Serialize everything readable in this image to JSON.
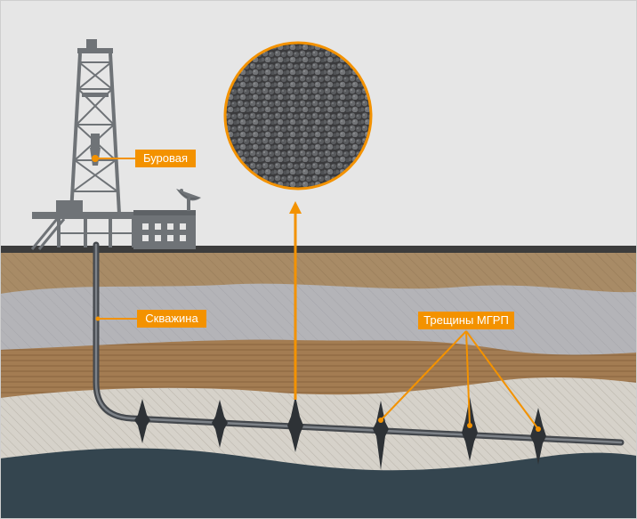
{
  "labels": {
    "rig": "Буровая",
    "well": "Скважина",
    "fractures": "Трещины МГРП"
  },
  "colors": {
    "accent": "#F39200",
    "sky": "#E6E6E6",
    "ground_line": "#3C3C3C",
    "soil_brown": "#A88B66",
    "grey_layer": "#B4B4B8",
    "brown_striped": "#A37C52",
    "light_sandy": "#D6D2CA",
    "deep_teal": "#34454F",
    "pipe": "#555A60",
    "structure": "#6F7377"
  },
  "icons": [
    "drilling-rig-icon",
    "satellite-dish-icon",
    "proppant-magnifier-icon",
    "up-arrow-icon"
  ]
}
